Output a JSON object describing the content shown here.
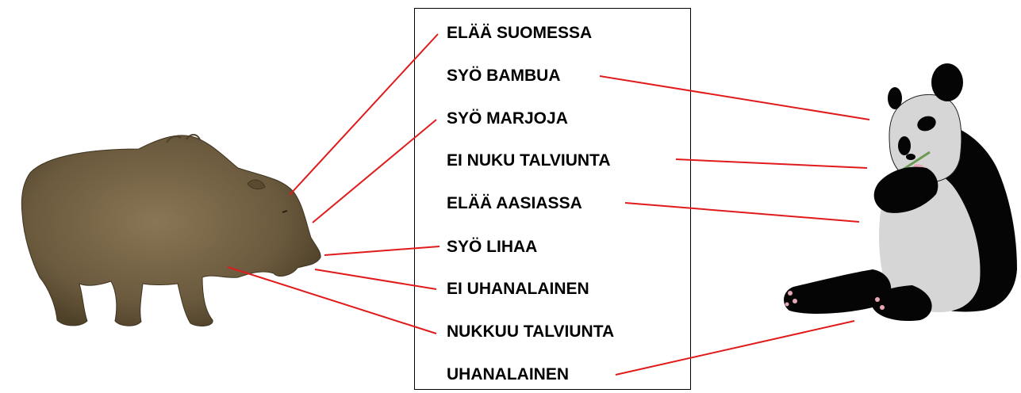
{
  "labels": [
    "ELÄÄ SUOMESSA",
    "SYÖ BAMBUA",
    "SYÖ MARJOJA",
    "EI NUKU TALVIUNTA",
    "ELÄÄ AASIASSA",
    "SYÖ LIHAA",
    "EI UHANALAINEN",
    "NUKKUU TALVIUNTA",
    "UHANALAINEN"
  ],
  "connections": [
    {
      "label": "ELÄÄ SUOMESSA",
      "animal": "bear-illustration"
    },
    {
      "label": "SYÖ MARJOJA",
      "animal": "bear-illustration"
    },
    {
      "label": "SYÖ LIHAA",
      "animal": "bear-illustration"
    },
    {
      "label": "EI UHANALAINEN",
      "animal": "bear-illustration"
    },
    {
      "label": "NUKKUU TALVIUNTA",
      "animal": "bear-illustration"
    },
    {
      "label": "SYÖ BAMBUA",
      "animal": "panda-illustration"
    },
    {
      "label": "EI NUKU TALVIUNTA",
      "animal": "panda-illustration"
    },
    {
      "label": "ELÄÄ AASIASSA",
      "animal": "panda-illustration"
    },
    {
      "label": "UHANALAINEN",
      "animal": "panda-illustration"
    }
  ],
  "colors": {
    "connector": "#e11b1b",
    "bear_fur": "#6b5a3e",
    "panda_black": "#050505",
    "panda_white": "#d6d6d6"
  }
}
